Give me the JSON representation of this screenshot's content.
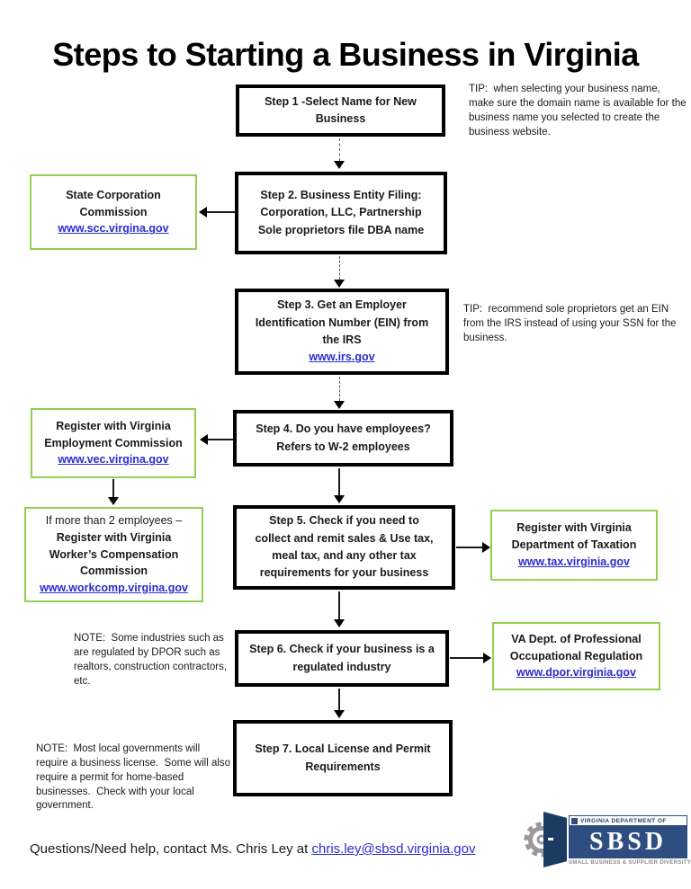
{
  "title": "Steps to Starting a Business in Virginia",
  "steps": {
    "step1": {
      "lines": [
        "Step 1 -Select Name for New",
        "Business"
      ]
    },
    "step2": {
      "lines": [
        "Step 2. Business Entity Filing:",
        "Corporation, LLC, Partnership",
        "Sole proprietors file DBA name"
      ]
    },
    "step3": {
      "lines": [
        "Step 3. Get an Employer",
        "Identification Number (EIN) from",
        "the IRS"
      ],
      "link": "www.irs.gov"
    },
    "step4": {
      "lines": [
        "Step 4. Do you have employees?",
        "Refers to W-2 employees"
      ]
    },
    "step5": {
      "lines": [
        "Step 5. Check if you need to",
        "collect and remit sales & Use tax,",
        "meal tax, and any other tax",
        "requirements for your business"
      ]
    },
    "step6": {
      "lines": [
        "Step 6. Check if your business is a",
        "regulated industry"
      ]
    },
    "step7": {
      "lines": [
        "Step 7. Local License and Permit",
        "Requirements"
      ]
    }
  },
  "side_boxes": {
    "scc": {
      "lines": [
        "State Corporation",
        "Commission"
      ],
      "link": "www.scc.virgina.gov"
    },
    "vec": {
      "lines": [
        "Register with Virginia",
        "Employment Commission"
      ],
      "link": "www.vec.virgina.gov"
    },
    "workcomp": {
      "intro": "If more than 2 employees –",
      "lines": [
        "Register with Virginia",
        "Worker’s Compensation",
        "Commission"
      ],
      "link": "www.workcomp.virgina.gov"
    },
    "tax": {
      "lines": [
        "Register with Virginia",
        "Department of Taxation"
      ],
      "link": "www.tax.virginia.gov"
    },
    "dpor": {
      "lines": [
        "VA Dept. of Professional",
        "Occupational Regulation"
      ],
      "link": "www.dpor.virginia.gov"
    }
  },
  "tips": {
    "tip1": "TIP:  when selecting your business name, make sure the domain name is available for the business name you selected to create the business website.",
    "tip2": "TIP:  recommend sole proprietors get an EIN from the IRS instead of using your SSN for the business."
  },
  "notes": {
    "note1": "NOTE:  Some industries such as are regulated by DPOR such as realtors, construction contractors, etc.",
    "note2": "NOTE:  Most local governments will require a business license.  Some will also require a permit for home-based businesses.  Check with your local government."
  },
  "footer": {
    "text": "Questions/Need help, contact Ms. Chris Ley at ",
    "link": "chris.ley@sbsd.virginia.gov"
  },
  "logo": {
    "department": "VIRGINIA DEPARTMENT OF",
    "acronym": "SBSD",
    "tagline": "SMALL BUSINESS & SUPPLIER DIVERSITY"
  },
  "colors": {
    "step_border": "#000000",
    "green_border": "#92d050",
    "link_blue": "#2b2bd0",
    "navy": "#2e4d80",
    "gear_gray": "#9a9a9a"
  }
}
